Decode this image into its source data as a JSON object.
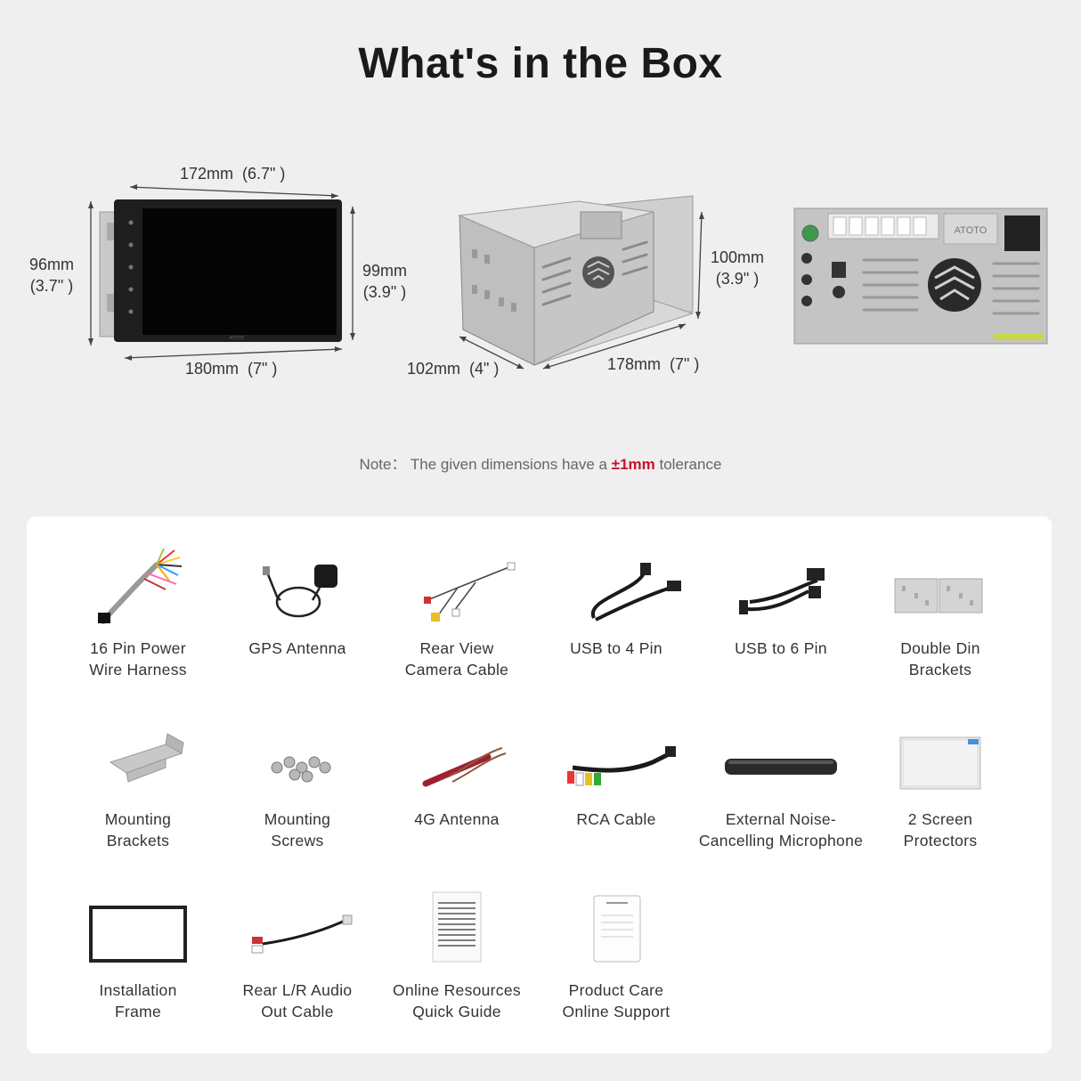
{
  "title": "What's in the Box",
  "dimensions": {
    "screen_width": "172mm  (6.7\" )",
    "screen_height_mm": "96mm",
    "screen_height_in": "(3.7\" )",
    "screen_frame_height_mm": "99mm",
    "screen_frame_height_in": "(3.9\" )",
    "screen_frame_width": "180mm  (7\" )",
    "cage_depth": "102mm  (4\" )",
    "cage_length": "178mm  (7\" )",
    "cage_height_mm": "100mm",
    "cage_height_in": "(3.9\" )"
  },
  "rear_brand": "ATOTO",
  "note": {
    "prefix": "Note： The given dimensions have a ",
    "highlight": "±1mm",
    "suffix": " tolerance"
  },
  "items": [
    {
      "line1": "16 Pin Power",
      "line2": "Wire Harness",
      "icon": "wire-harness-icon"
    },
    {
      "line1": "GPS Antenna",
      "line2": "",
      "icon": "gps-antenna-icon"
    },
    {
      "line1": "Rear View",
      "line2": "Camera Cable",
      "icon": "camera-cable-icon"
    },
    {
      "line1": "USB to 4 Pin",
      "line2": "",
      "icon": "usb-4pin-icon"
    },
    {
      "line1": "USB to 6 Pin",
      "line2": "",
      "icon": "usb-6pin-icon"
    },
    {
      "line1": "Double Din",
      "line2": "Brackets",
      "icon": "double-din-brackets-icon"
    },
    {
      "line1": "Mounting",
      "line2": "Brackets",
      "icon": "mounting-brackets-icon"
    },
    {
      "line1": "Mounting",
      "line2": "Screws",
      "icon": "screws-icon"
    },
    {
      "line1": "4G Antenna",
      "line2": "",
      "icon": "4g-antenna-icon"
    },
    {
      "line1": "RCA Cable",
      "line2": "",
      "icon": "rca-cable-icon"
    },
    {
      "line1": "External Noise-",
      "line2": "Cancelling Microphone",
      "icon": "microphone-icon"
    },
    {
      "line1": "2 Screen",
      "line2": "Protectors",
      "icon": "screen-protector-icon"
    },
    {
      "line1": "Installation",
      "line2": "Frame",
      "icon": "installation-frame-icon"
    },
    {
      "line1": "Rear L/R Audio",
      "line2": "Out Cable",
      "icon": "audio-cable-icon"
    },
    {
      "line1": "Online Resources",
      "line2": "Quick Guide",
      "icon": "quick-guide-icon"
    },
    {
      "line1": "Product Care",
      "line2": "Online Support",
      "icon": "support-card-icon"
    }
  ],
  "colors": {
    "accent": "#c8102e",
    "background": "#efefef",
    "panel": "#ffffff"
  }
}
